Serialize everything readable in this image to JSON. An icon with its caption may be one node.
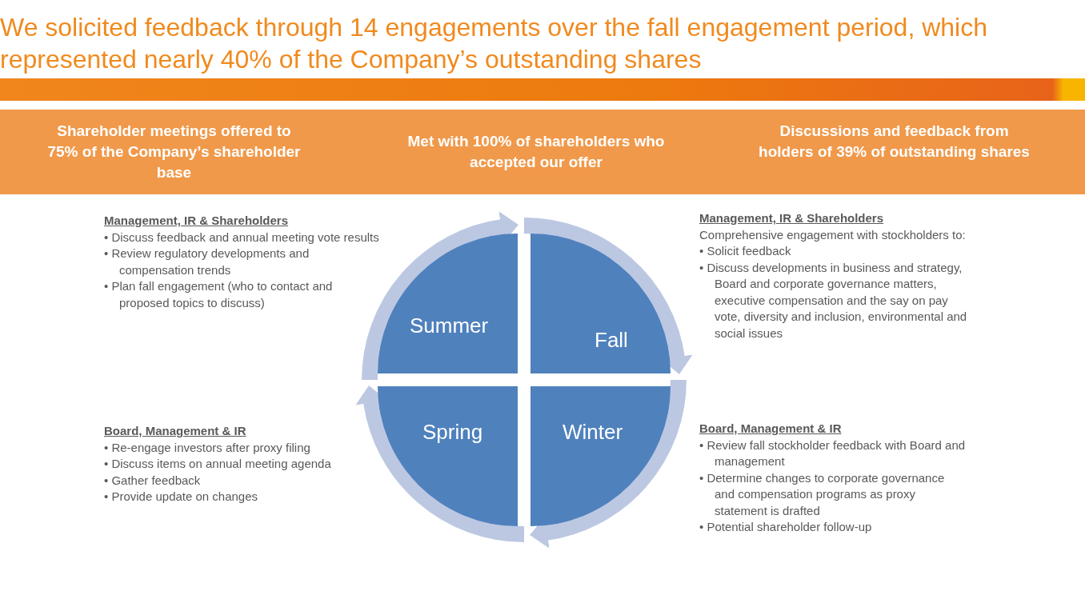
{
  "diagram": {
    "title": "We solicited feedback through 14 engagements over the fall engagement period, which represented nearly 40% of the Company’s outstanding shares",
    "nodes": [
      {
        "text": [
          "Shareholder meetings offered to 75% of the Company’s shareholder base",
          "Met with 100% of shareholders who accepted our offer",
          "Discussions and feedback from holders of 39% of outstanding shares"
        ]
      },
      {
        "text": [
          "Summer"
        ],
        "beside": [
          "Management, IR & Shareholders",
          "• Discuss feedback and annual meeting vote results",
          "• Review regulatory developments and compensation trends",
          "• Plan fall engagement (who to contact and proposed topics to discuss)"
        ]
      },
      {
        "text": [
          "Fall"
        ],
        "beside": [
          "Management, IR & Shareholders",
          "Comprehensive engagement with stockholders to:",
          "• Solicit feedback",
          "• Discuss developments in business and strategy, Board and corporate governance matters, executive compensation and the say on pay vote, diversity and inclusion, environmental and social issues"
        ]
      },
      {
        "text": [
          "Winter"
        ],
        "beside": [
          "Board, Management & IR",
          "• Review fall stockholder feedback with Board and management",
          "• Determine changes to corporate governance and compensation programs as proxy statement is drafted",
          "• Potential shareholder follow-up"
        ]
      },
      {
        "text": [
          "Spring"
        ],
        "beside": [
          "Board, Management & IR",
          "• Re-engage investors after proxy filing",
          "• Discuss items on annual meeting agenda",
          "• Gather feedback",
          "• Provide update on changes"
        ]
      }
    ],
    "edges": [
      {
        "from": 1,
        "to": 2,
        "arrow": "to"
      },
      {
        "from": 2,
        "to": 3,
        "arrow": "to"
      },
      {
        "from": 3,
        "to": 4,
        "arrow": "to"
      },
      {
        "from": 4,
        "to": 1,
        "arrow": "to"
      }
    ]
  }
}
